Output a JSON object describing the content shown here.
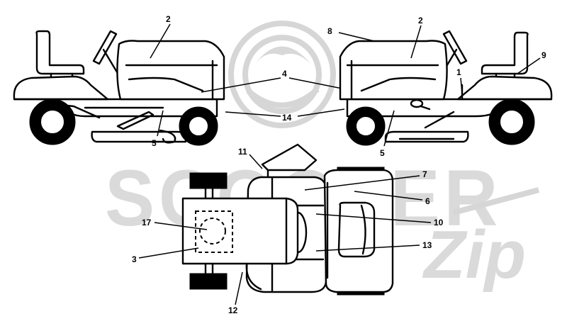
{
  "watermark": {
    "brand_text": "SCOOTER",
    "script_text": "Zip",
    "color": "#d8d8d8"
  },
  "callouts": {
    "left_tractor": {
      "c2": "2",
      "c4": "4",
      "c14": "14",
      "c5": "5"
    },
    "right_tractor": {
      "c8": "8",
      "c2": "2",
      "c9": "9",
      "c1": "1",
      "c5": "5"
    },
    "top_view": {
      "c11": "11",
      "c7": "7",
      "c6": "6",
      "c10": "10",
      "c17": "17",
      "c3": "3",
      "c13": "13",
      "c12": "12"
    }
  },
  "line_color": "#000000",
  "background": "#ffffff"
}
